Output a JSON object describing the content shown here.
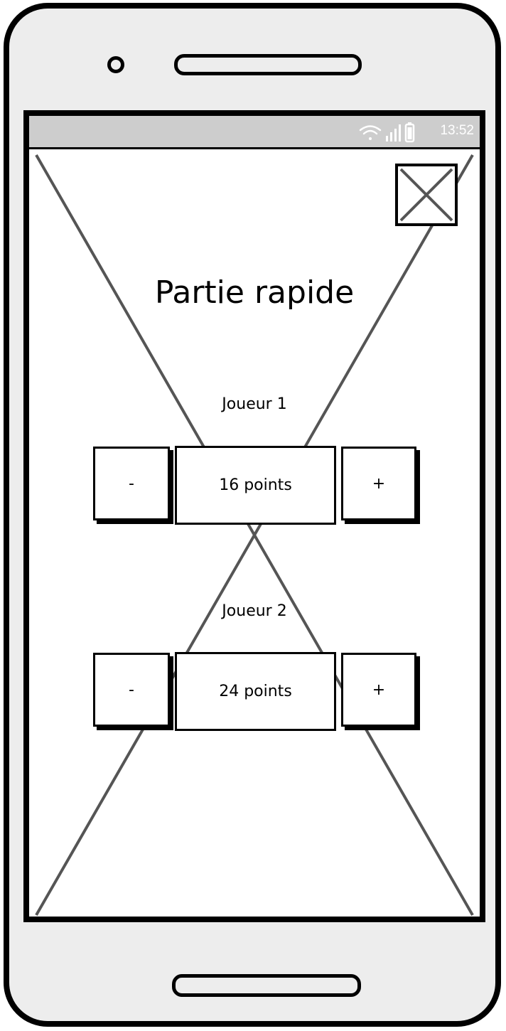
{
  "status_bar": {
    "time": "13:52",
    "icons": [
      "wifi-icon",
      "signal-icon",
      "battery-icon"
    ]
  },
  "close_button": {
    "icon": "close-icon"
  },
  "title": "Partie rapide",
  "players": [
    {
      "label": "Joueur 1",
      "score": "16 points",
      "minus": "-",
      "plus": "+"
    },
    {
      "label": "Joueur 2",
      "score": "24 points",
      "minus": "-",
      "plus": "+"
    }
  ],
  "colors": {
    "status_bar": "#cdcdcd",
    "phone_body": "#ededed",
    "placeholder_lines": "#555555"
  }
}
